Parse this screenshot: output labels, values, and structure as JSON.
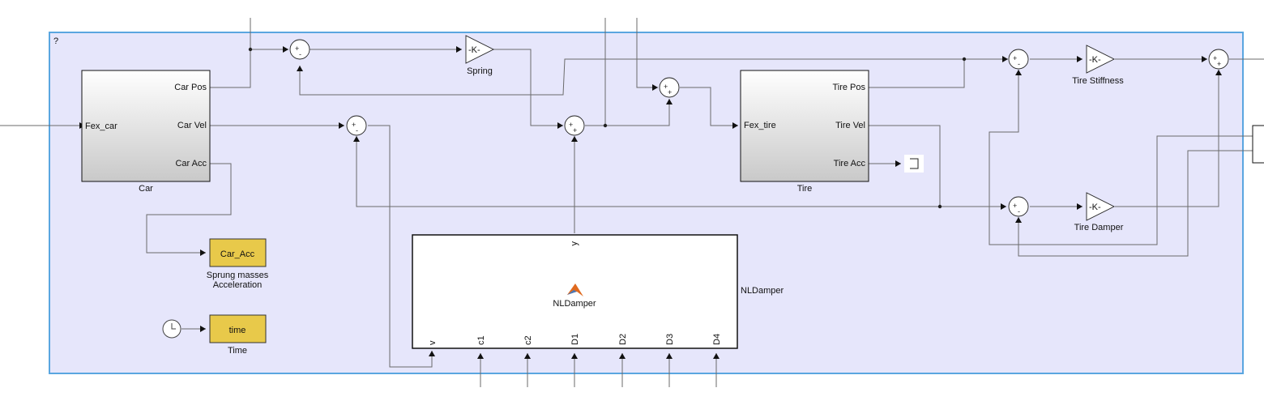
{
  "subsystem": {
    "help_glyph": "?"
  },
  "blocks": {
    "car": {
      "name": "Car",
      "in_port": "Fex_car",
      "out_ports": [
        "Car Pos",
        "Car Vel",
        "Car Acc"
      ]
    },
    "tire": {
      "name": "Tire",
      "in_port": "Fex_tire",
      "out_ports": [
        "Tire Pos",
        "Tire Vel",
        "Tire Acc"
      ]
    },
    "spring": {
      "name": "Spring",
      "gain": "-K-"
    },
    "tire_stiffness": {
      "name": "Tire Stiffness",
      "gain": "-K-"
    },
    "tire_damper": {
      "name": "Tire Damper",
      "gain": "-K-"
    },
    "car_acc_out": {
      "label": "Car_Acc",
      "caption_line1": "Sprung masses",
      "caption_line2": "Acceleration"
    },
    "time_out": {
      "label": "time",
      "caption": "Time"
    },
    "nldamper": {
      "name": "NLDamper",
      "inner_label": "NLDamper",
      "out_port": "y",
      "in_ports": [
        "v",
        "c1",
        "c2",
        "D1",
        "D2",
        "D3",
        "D4"
      ]
    }
  },
  "sum_signs": {
    "plus": "+",
    "minus": "-"
  },
  "colors": {
    "subsystem_fill": "#e6e6fb",
    "subsystem_border": "#5aa6e0",
    "wire": "#6b6b6b",
    "display_block": "#e8c94a",
    "matlab_icon": "#e06a1f"
  }
}
